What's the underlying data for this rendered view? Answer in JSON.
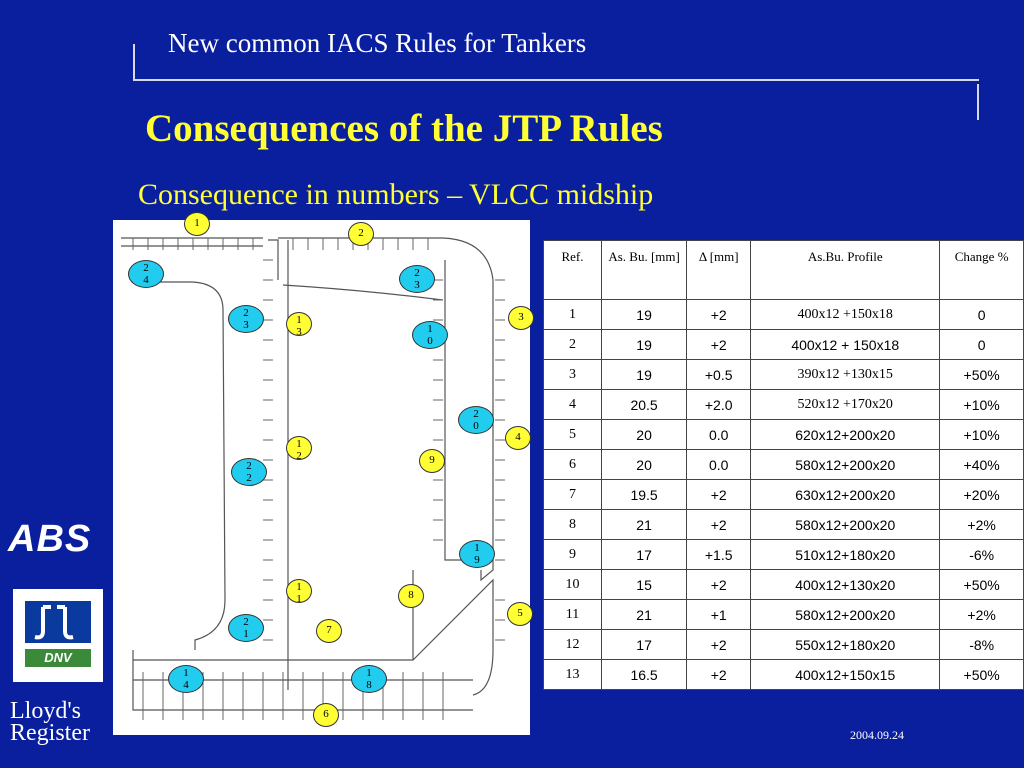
{
  "header": "New common IACS Rules for Tankers",
  "title": "Consequences of the JTP Rules",
  "subtitle": "Consequence in numbers – VLCC midship",
  "date": "2004.09.24",
  "logos": {
    "abs": "ABS",
    "dnv": "DNV",
    "lr": [
      "Lloyd's",
      "Register"
    ]
  },
  "table": {
    "headers": [
      "Ref.",
      "As. Bu. [mm]",
      "Δ [mm]",
      "As.Bu. Profile",
      "Change %"
    ],
    "rows": [
      [
        "1",
        "19",
        "+2",
        "400x12 +150x18",
        "0"
      ],
      [
        "2",
        "19",
        "+2",
        "400x12 + 150x18",
        "0"
      ],
      [
        "3",
        "19",
        "+0.5",
        "390x12 +130x15",
        "+50%"
      ],
      [
        "4",
        "20.5",
        "+2.0",
        "520x12 +170x20",
        "+10%"
      ],
      [
        "5",
        "20",
        "0.0",
        "620x12+200x20",
        "+10%"
      ],
      [
        "6",
        "20",
        "0.0",
        "580x12+200x20",
        "+40%"
      ],
      [
        "7",
        "19.5",
        "+2",
        "630x12+200x20",
        "+20%"
      ],
      [
        "8",
        "21",
        "+2",
        "580x12+200x20",
        "+2%"
      ],
      [
        "9",
        "17",
        "+1.5",
        "510x12+180x20",
        "-6%"
      ],
      [
        "10",
        "15",
        "+2",
        "400x12+130x20",
        "+50%"
      ],
      [
        "11",
        "21",
        "+1",
        "580x12+200x20",
        "+2%"
      ],
      [
        "12",
        "17",
        "+2",
        "550x12+180x20",
        "-8%"
      ],
      [
        "13",
        "16.5",
        "+2",
        "400x12+150x15",
        "+50%"
      ]
    ]
  },
  "markers": [
    {
      "t": "1",
      "c": "yellow"
    },
    {
      "t": "2",
      "c": "yellow"
    },
    {
      "t": "3",
      "c": "yellow"
    },
    {
      "t": "4",
      "c": "yellow"
    },
    {
      "t": "5",
      "c": "yellow"
    },
    {
      "t": "6",
      "c": "yellow"
    },
    {
      "t": "7",
      "c": "yellow"
    },
    {
      "t": "8",
      "c": "yellow"
    },
    {
      "t": "9",
      "c": "yellow"
    },
    {
      "t": "2\n4",
      "c": "cyan"
    },
    {
      "t": "2\n3",
      "c": "cyan"
    },
    {
      "t": "2\n3",
      "c": "cyan"
    },
    {
      "t": "1\n3",
      "c": "yellow"
    },
    {
      "t": "1\n0",
      "c": "cyan"
    },
    {
      "t": "2\n0",
      "c": "cyan"
    },
    {
      "t": "1\n2",
      "c": "yellow"
    },
    {
      "t": "2\n2",
      "c": "cyan"
    },
    {
      "t": "1\n1",
      "c": "yellow"
    },
    {
      "t": "2\n1",
      "c": "cyan"
    },
    {
      "t": "1\n9",
      "c": "cyan"
    },
    {
      "t": "1\n4",
      "c": "cyan"
    },
    {
      "t": "1\n8",
      "c": "cyan"
    }
  ]
}
